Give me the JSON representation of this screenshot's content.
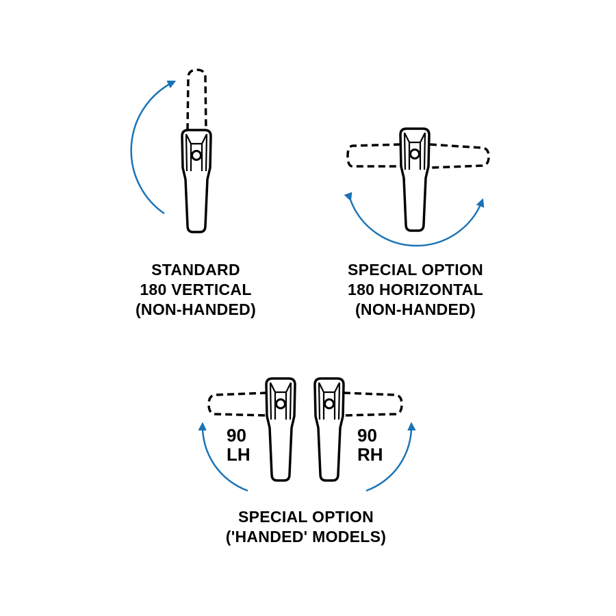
{
  "colors": {
    "arrow": "#1a73b5",
    "ink": "#000000"
  },
  "standard": {
    "lines": [
      "STANDARD",
      "180 VERTICAL",
      "(NON-HANDED)"
    ]
  },
  "horizontal": {
    "lines": [
      "SPECIAL OPTION",
      "180 HORIZONTAL",
      "(NON-HANDED)"
    ]
  },
  "handed": {
    "lines": [
      "SPECIAL OPTION",
      "('HANDED' MODELS)"
    ],
    "left": {
      "angle": "90",
      "side": "LH"
    },
    "right": {
      "angle": "90",
      "side": "RH"
    }
  }
}
